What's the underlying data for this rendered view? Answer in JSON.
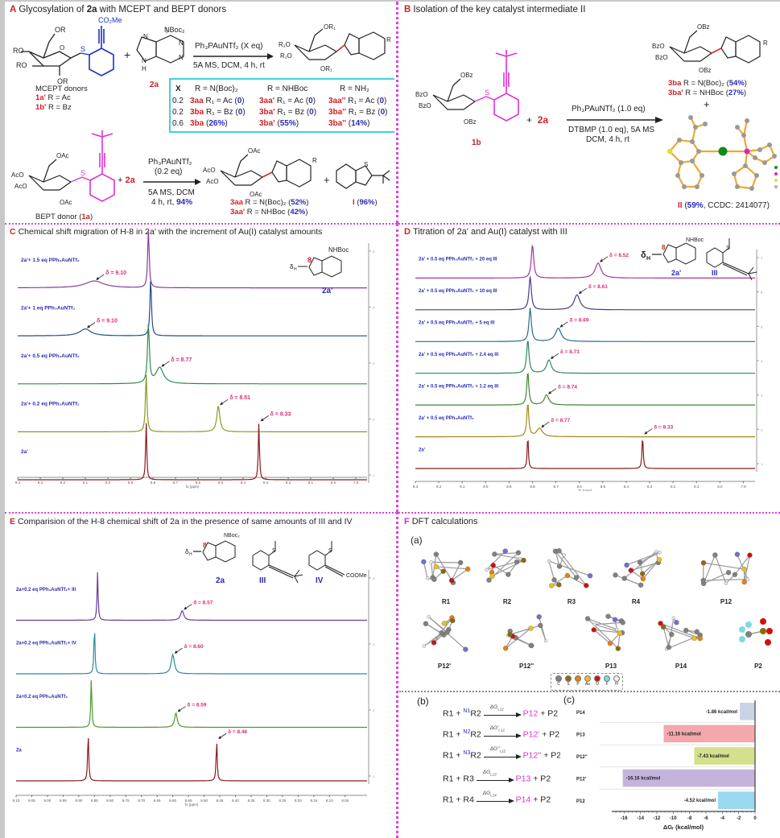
{
  "panelA": {
    "letter": "A",
    "title_pre": "Glycosylation of ",
    "title_bold": "2a",
    "title_post": " with MCEPT and BEPT donors",
    "mcept_label": "MCEPT donors",
    "mcept_1a_code": "1a'",
    "mcept_1a_text": " R = Ac",
    "mcept_1b_code": "1b'",
    "mcept_1b_text": " R = Bz",
    "co2me": "CO₂Me",
    "nboc2": "NBoc₂",
    "cmpd_2a": "2a",
    "reagent": "Ph₃PAuNTf₂ (X eq)",
    "conditions": "5A MS, DCM, 4 h, rt",
    "table": {
      "headers": [
        "X",
        "R = N(Boc)₂",
        "R = NHBoc",
        "R = NH₂"
      ],
      "rows": [
        {
          "x": "0.2",
          "c1code": "3aa",
          "c1": " R₁ = Ac (",
          "c1y": "0",
          "c2code": "3aa'",
          "c2": " R₁ = Ac (",
          "c2y": "0",
          "c3code": "3aa''",
          "c3": " R₁ = Ac (",
          "c3y": "0"
        },
        {
          "x": "0.2",
          "c1code": "3ba",
          "c1": " R₁ = Bz (",
          "c1y": "0",
          "c2code": "3ba'",
          "c2": " R₁ = Bz (",
          "c2y": "0",
          "c3code": "3ba''",
          "c3": " R₁ = Bz (",
          "c3y": "0"
        },
        {
          "x": "0.6",
          "c1code": "3ba",
          "c1": " (",
          "c1y": "26%",
          "c2code": "3ba'",
          "c2": " (",
          "c2y": "55%",
          "c3code": "3ba''",
          "c3": " (",
          "c3y": "14%"
        }
      ]
    },
    "bept_label_pre": "BEPT donor (",
    "bept_code": "1a",
    "bept_label_post": ")",
    "plus_2a": "2a",
    "reagent2": "Ph₃PAuNTf₂",
    "reagent2_eq": "(0.2 eq)",
    "conditions2a": "5A MS, DCM",
    "conditions2b": "4 h, rt, ",
    "conditions2_yield": "94%",
    "prod_3aa_code": "3aa",
    "prod_3aa_text": " R = N(Boc)₂ (",
    "prod_3aa_yield": "52%",
    "prod_3aap_code": "3aa'",
    "prod_3aap_text": " R = NHBoc (",
    "prod_3aap_yield": "42%",
    "byprod_code": "I",
    "byprod_yield": "96%"
  },
  "panelB": {
    "letter": "B",
    "title": "Isolation of the key catalyst intermediate II",
    "cmpd_1b": "1b",
    "plus_2a": "2a",
    "reagent": "Ph₃PAuNTf₂ (1.0 eq)",
    "cond1": "DTBMP (1.0 eq), 5A MS",
    "cond2": "DCM, 4 h, rt",
    "prod_3ba_code": "3ba",
    "prod_3ba_text": " R = N(Boc)₂ (",
    "prod_3ba_yield": "54%",
    "prod_3bap_code": "3ba'",
    "prod_3bap_text": " R = NHBoc (",
    "prod_3bap_yield": "27%",
    "inter_code": "II",
    "inter_yield": "59%",
    "inter_ccdc": ", CCDC: 2414077)"
  },
  "chart_data": [
    {
      "id": "C",
      "type": "line",
      "title": "Chemical shift migration of H-8 in 2a' with the increment of Au(I) catalyst amounts",
      "xlabel": "f1 (ppm)",
      "xlim": [
        9.4,
        7.85
      ],
      "xticks": [
        "9.4",
        "9.3",
        "9.2",
        "9.1",
        "9.0",
        "8.9",
        "8.8",
        "8.7",
        "8.6",
        "8.5",
        "8.4",
        "8.3",
        "8.2",
        "8.1",
        "8.0",
        "7.9"
      ],
      "yticks": [
        "1",
        "2",
        "3",
        "4",
        "5"
      ],
      "compound": "2a'",
      "compound_sub": "NHBoc",
      "series": [
        {
          "name": "2a'+ 1.5 eq PPh₃AuNTf₂",
          "color": "#8a3a9a",
          "peaks": [
            [
              8.82,
              1.0,
              0.004
            ],
            [
              9.06,
              0.12,
              0.05
            ]
          ],
          "delta_label": "δ = 9.10"
        },
        {
          "name": "2a'+ 1 eq PPh₃AuNTf₂",
          "color": "#1f4e8c",
          "peaks": [
            [
              8.81,
              1.0,
              0.004
            ],
            [
              9.1,
              0.12,
              0.03
            ]
          ],
          "delta_label": "δ = 9.10"
        },
        {
          "name": "2a'+ 0.5 eq PPh₃AuNTf₂",
          "color": "#2e8b4e",
          "peaks": [
            [
              8.82,
              1.0,
              0.005
            ],
            [
              8.77,
              0.28,
              0.02
            ]
          ],
          "delta_label": "δ = 8.77"
        },
        {
          "name": "2a'+ 0.2 eq PPh₃AuNTf₂",
          "color": "#8a9a1a",
          "peaks": [
            [
              8.83,
              1.0,
              0.004
            ],
            [
              8.51,
              0.45,
              0.008
            ]
          ],
          "delta_label": "δ = 8.51"
        },
        {
          "name": "2a'",
          "color": "#8b1a1a",
          "peaks": [
            [
              8.83,
              1.0,
              0.003
            ],
            [
              8.33,
              1.0,
              0.003
            ]
          ],
          "delta_label": "δ = 8.33"
        }
      ]
    },
    {
      "id": "D",
      "type": "line",
      "title": "Titration of 2a' and Au(I) catalyst with III",
      "xlabel": "f1 (ppm)",
      "xlim": [
        9.3,
        7.85
      ],
      "xticks": [
        "9.3",
        "9.2",
        "9.1",
        "9.0",
        "8.9",
        "8.8",
        "8.7",
        "8.6",
        "8.5",
        "8.4",
        "8.3",
        "8.2",
        "8.1",
        "8.0",
        "7.9"
      ],
      "yticks": [
        "1",
        "2",
        "3",
        "4",
        "5",
        "6",
        "7"
      ],
      "compound": "2a'",
      "compound2": "III",
      "series": [
        {
          "name": "2a' + 0.5 eq PPh₃AuNTf₂ + 20 eq III",
          "color": "#a0389a",
          "peaks": [
            [
              8.8,
              1.0,
              0.006
            ],
            [
              8.52,
              0.45,
              0.015
            ]
          ],
          "delta_label": "δ = 8.52"
        },
        {
          "name": "2a' + 0.5 eq PPh₃AuNTf₂ + 10 eq III",
          "color": "#4a3a8a",
          "peaks": [
            [
              8.81,
              1.0,
              0.006
            ],
            [
              8.61,
              0.45,
              0.015
            ]
          ],
          "delta_label": "δ = 8.61"
        },
        {
          "name": "2a' + 0.5 eq PPh₃AuNTf₂ + 5 eq III",
          "color": "#2a6a8a",
          "peaks": [
            [
              8.81,
              1.0,
              0.006
            ],
            [
              8.69,
              0.4,
              0.015
            ]
          ],
          "delta_label": "δ = 8.69"
        },
        {
          "name": "2a' + 0.5 eq PPh₃AuNTf₂ + 2.4 eq III",
          "color": "#2a8a5a",
          "peaks": [
            [
              8.82,
              1.0,
              0.006
            ],
            [
              8.73,
              0.4,
              0.012
            ]
          ],
          "delta_label": "δ = 8.73"
        },
        {
          "name": "2a' + 0.5 eq PPh₃AuNTf₂ + 1.2 eq III",
          "color": "#3a8a2a",
          "peaks": [
            [
              8.82,
              1.0,
              0.005
            ],
            [
              8.74,
              0.3,
              0.012
            ]
          ],
          "delta_label": "δ = 8.74"
        },
        {
          "name": "2a' + 0.5 eq PPh₃AuNTf₂",
          "color": "#a08a1a",
          "peaks": [
            [
              8.82,
              1.0,
              0.005
            ],
            [
              8.77,
              0.25,
              0.015
            ]
          ],
          "delta_label": "δ = 8.77"
        },
        {
          "name": "2a'",
          "color": "#8b1a1a",
          "peaks": [
            [
              8.82,
              1.0,
              0.003
            ],
            [
              8.33,
              1.0,
              0.003
            ]
          ],
          "delta_label": "δ = 8.33"
        }
      ]
    },
    {
      "id": "E",
      "type": "line",
      "title": "Comparision of the H-8 chemical shift of 2a in the presence of same amounts of III and IV",
      "xlabel": "f1 (ppm)",
      "xlim": [
        9.1,
        7.98
      ],
      "xticks": [
        "9.10",
        "9.05",
        "9.00",
        "8.95",
        "8.90",
        "8.85",
        "8.80",
        "8.75",
        "8.70",
        "8.65",
        "8.60",
        "8.55",
        "8.50",
        "8.45",
        "8.40",
        "8.35",
        "8.30",
        "8.25",
        "8.20",
        "8.15",
        "8.10",
        "8.05"
      ],
      "yticks": [
        "1",
        "2",
        "3",
        "4"
      ],
      "compound": "2a",
      "compound_sub": "NBoc₂",
      "compound2": "III",
      "compound3": "IV",
      "compound3_sub": "COOMe",
      "series": [
        {
          "name": "2a+0.2 eq PPh₃AuNTf₂+ III",
          "color": "#6a3a9a",
          "peaks": [
            [
              8.84,
              1.0,
              0.002
            ],
            [
              8.57,
              0.2,
              0.006
            ]
          ],
          "delta_label": "δ = 8.57"
        },
        {
          "name": "2a+0.2 eq PPh₃AuNTf₂+ IV",
          "color": "#2a8a9a",
          "peaks": [
            [
              8.85,
              1.0,
              0.002
            ],
            [
              8.6,
              0.4,
              0.006
            ]
          ],
          "delta_label": "δ = 8.60"
        },
        {
          "name": "2a+0.2 eq PPh₃AuNTf₂",
          "color": "#4a9a2a",
          "peaks": [
            [
              8.86,
              1.0,
              0.002
            ],
            [
              8.59,
              0.3,
              0.005
            ]
          ],
          "delta_label": "δ = 8.59"
        },
        {
          "name": "2a",
          "color": "#8b1a1a",
          "peaks": [
            [
              8.87,
              1.0,
              0.002
            ],
            [
              8.46,
              0.85,
              0.002
            ]
          ],
          "delta_label": "δ = 8.46"
        }
      ]
    },
    {
      "id": "F-c",
      "type": "bar",
      "orientation": "horizontal",
      "label": "(c)",
      "categories": [
        "P14",
        "P13",
        "P12''",
        "P12'",
        "P12"
      ],
      "values": [
        -1.86,
        -11.16,
        -7.43,
        -16.16,
        -4.52
      ],
      "value_labels": [
        "-1.86 kcal/mol",
        "-11.16 kcal/mol",
        "-7.43 kcal/mol",
        "-16.16 kcal/mol",
        "-4.52 kcal/mol"
      ],
      "colors": [
        "#c8d4e6",
        "#f4a8ac",
        "#d4e08c",
        "#c4b4dc",
        "#9ad8f0"
      ],
      "xlabel": "ΔGᵣ (kcal/mol)",
      "xlim": [
        -17.5,
        0
      ],
      "xticks": [
        "-16",
        "-14",
        "-12",
        "-10",
        "-8",
        "-6",
        "-4",
        "-2",
        "0"
      ]
    }
  ],
  "panelF": {
    "letter": "F",
    "title": "DFT calculations",
    "sub_a": "(a)",
    "sub_b": "(b)",
    "structures_row1": [
      "R1",
      "R2",
      "R3",
      "R4",
      "P12"
    ],
    "structures_row2": [
      "P12'",
      "P12''",
      "P13",
      "P14",
      "P2"
    ],
    "legend": [
      {
        "el": "C",
        "color": "#808080"
      },
      {
        "el": "S",
        "color": "#8a6a10"
      },
      {
        "el": "P",
        "color": "#e88010"
      },
      {
        "el": "Au",
        "color": "#e8c020"
      },
      {
        "el": "O",
        "color": "#d01010"
      },
      {
        "el": "F",
        "color": "#80d8e0"
      },
      {
        "el": "H",
        "color": "#f0f0f0"
      }
    ],
    "equations": [
      {
        "r1": "R1",
        "plus": "+",
        "sup": "N1",
        "r2": "R2",
        "dg": "ΔG",
        "dgsub": "r,12",
        "prod": "P12",
        "tail": "+ P2"
      },
      {
        "r1": "R1",
        "plus": "+",
        "sup": "N2",
        "r2": "R2",
        "dg": "ΔG'",
        "dgsub": "r,12",
        "prod": "P12'",
        "tail": "+ P2"
      },
      {
        "r1": "R1",
        "plus": "+",
        "sup": "N3",
        "r2": "R2",
        "dg": "ΔG''",
        "dgsub": "r,12",
        "prod": "P12''",
        "tail": "+ P2"
      },
      {
        "r1": "R1",
        "plus": "+",
        "sup": "",
        "r2": "R3",
        "dg": "ΔG",
        "dgsub": "r,13",
        "prod": "P13",
        "tail": "+ P2"
      },
      {
        "r1": "R1",
        "plus": "+",
        "sup": "",
        "r2": "R4",
        "dg": "ΔG",
        "dgsub": "r,14",
        "prod": "P14",
        "tail": "+ P2"
      }
    ]
  }
}
